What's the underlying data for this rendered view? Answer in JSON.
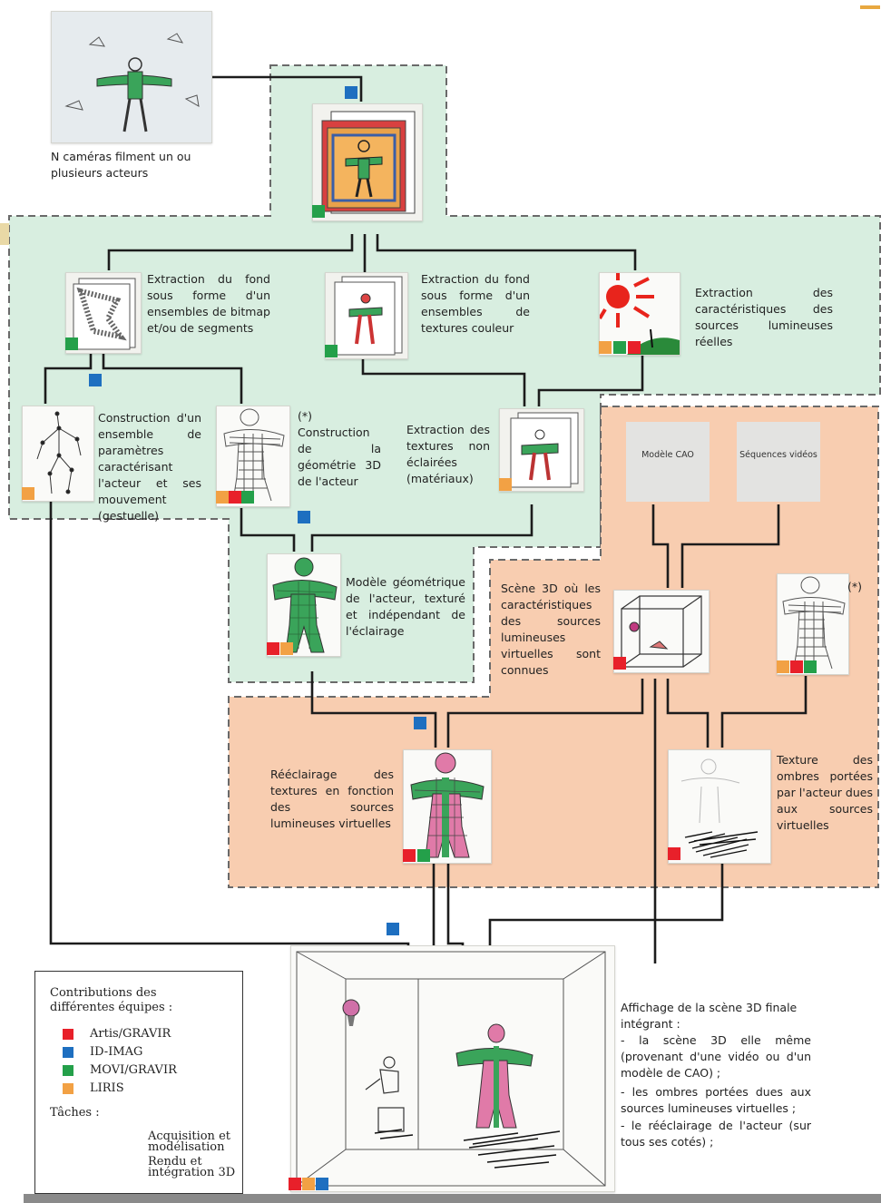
{
  "colors": {
    "acquisition_zone": "#d8eee0",
    "rendu_zone": "#f8cdb0",
    "artis": "#e8202a",
    "id_imag": "#1e6fc0",
    "movi": "#24a04a",
    "liris": "#f2a144"
  },
  "nodes": {
    "cameras": "N caméras filment un ou plusieurs acteurs",
    "bitmap": "Extraction du fond sous forme d'un ensembles de bitmap et/ou de segments",
    "textures_couleur": "Extraction du fond sous forme d'un ensembles de textures couleur",
    "lumineuses_reelles": "Extraction des caractéristiques des sources lumineuses réelles",
    "parametres": "Construction d'un ensemble de paramètres caractérisant l'acteur et ses mouvement (gestuelle)",
    "geometrie_marker": "(*)",
    "geometrie": "Construction de la géométrie 3D de l'acteur",
    "non_eclairees": "Extraction des textures non éclairées (matériaux)",
    "modele_geometrique": "Modèle géométrique de l'acteur, texturé et indépendant de l'éclairage",
    "modele_cao": "Modèle CAO",
    "sequences_video": "Séquences vidéos",
    "scene_3d": "Scène 3D où les caractéristiques des sources lumineuses virtuelles sont connues",
    "star_marker": "(*)",
    "reeclairage": "Rééclairage des textures en fonction des sources lumineuses virtuelles",
    "ombres": "Texture des ombres portées par l'acteur dues aux sources virtuelles",
    "affichage_title": "Affichage de la scène 3D finale intégrant :",
    "affichage_1": "- la scène 3D elle même (provenant d'une vidéo ou d'un modèle de CAO) ;",
    "affichage_2": "- les ombres portées dues aux sources lumineuses virtuelles ;",
    "affichage_3": "- le rééclairage de l'acteur (sur tous ses cotés) ;"
  },
  "legend": {
    "title": "Contributions des différentes équipes :",
    "teams": [
      "Artis/GRAVIR",
      "ID-IMAG",
      "MOVI/GRAVIR",
      "LIRIS"
    ],
    "tasks_title": "Tâches :",
    "tasks": [
      "Acquisition et modélisation",
      "Rendu et intégration 3D"
    ]
  }
}
